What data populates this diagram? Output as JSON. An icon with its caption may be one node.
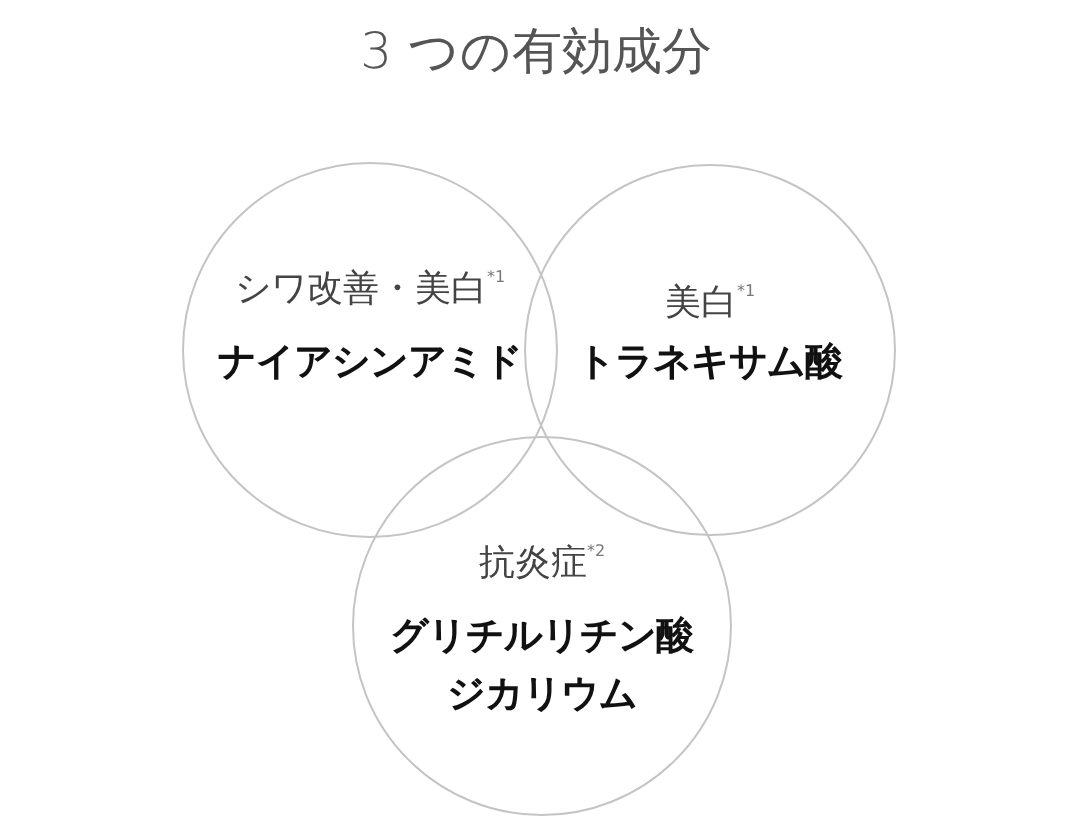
{
  "diagram": {
    "title": "3 つの有効成分",
    "nodes": [
      {
        "text": [
          "シワ改善・美白$^{*1}$",
          "ナイアシンアミド"
        ]
      },
      {
        "text": [
          "美白$^{*1}$",
          "トラネキサム酸"
        ]
      },
      {
        "text": [
          "抗炎症$^{*2}$",
          "グリチルリチン酸ジカリウム"
        ]
      }
    ]
  }
}
